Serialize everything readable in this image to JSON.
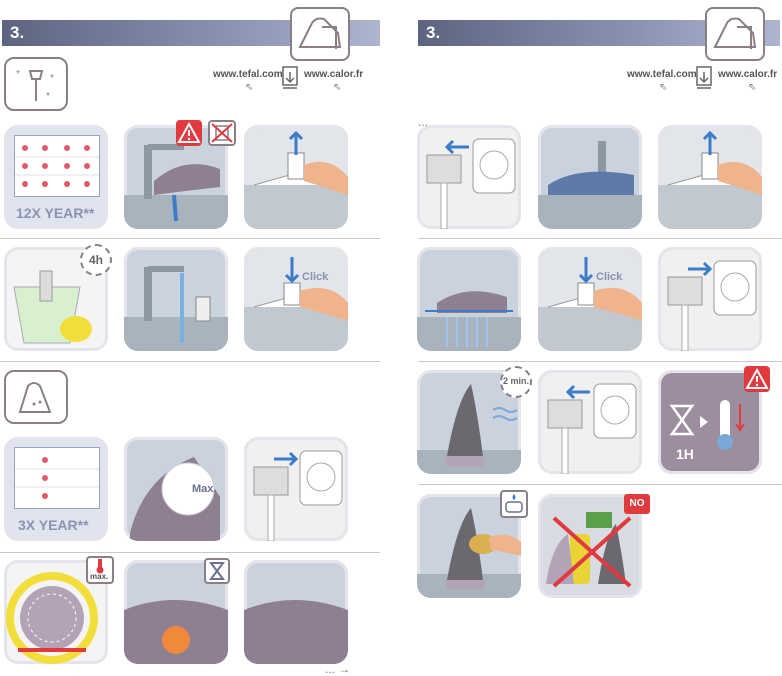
{
  "left_page": {
    "section_number": "3.",
    "url_tefal": "www.tefal.com",
    "url_calor": "www.calor.fr",
    "rows": [
      {
        "caption": "12X YEAR**"
      },
      {
        "time_badge": "4h",
        "click_label": "Click"
      },
      {
        "caption": "3X YEAR**",
        "max_label": "Max."
      },
      {
        "max_badge": "max."
      }
    ],
    "continue_dots": "..."
  },
  "right_page": {
    "section_number": "3.",
    "url_tefal": "www.tefal.com",
    "url_calor": "www.calor.fr",
    "top_dots": "...",
    "click_label": "Click",
    "time_badge": "2 min.",
    "hour_label": "1H",
    "no_label": "NO"
  },
  "colors": {
    "band": "#5c6480",
    "warning": "#e03a3e",
    "accent_blue": "#3a7cc8",
    "iron_mauve": "#8e7f93"
  }
}
